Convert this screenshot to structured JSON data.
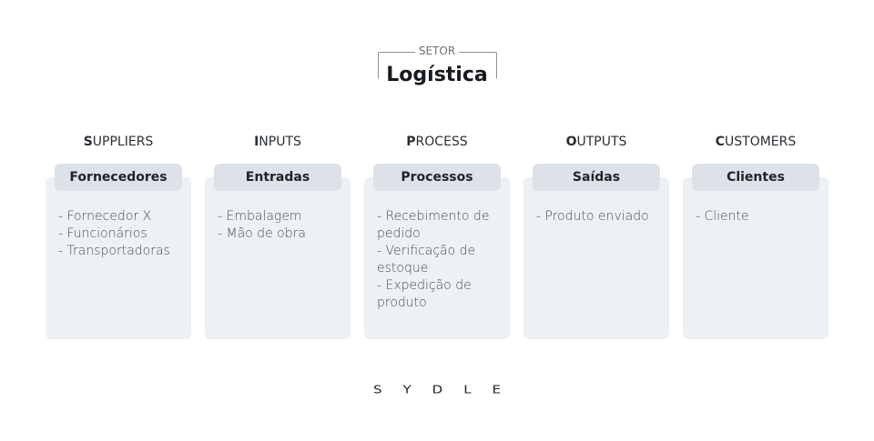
{
  "sector": {
    "label": "SETOR",
    "title": "Logística"
  },
  "columns": [
    {
      "initial": "S",
      "rest": "UPPLIERS",
      "label": "Fornecedores",
      "items": [
        "- Fornecedor X",
        "- Funcionários",
        "- Transportadoras"
      ]
    },
    {
      "initial": "I",
      "rest": "NPUTS",
      "label": "Entradas",
      "items": [
        "- Embalagem",
        "- Mão de obra"
      ]
    },
    {
      "initial": "P",
      "rest": "ROCESS",
      "label": "Processos",
      "items": [
        "- Recebimento de pedido",
        "- Verificação de estoque",
        "- Expedição de produto"
      ]
    },
    {
      "initial": "O",
      "rest": "UTPUTS",
      "label": "Saídas",
      "items": [
        "- Produto enviado"
      ]
    },
    {
      "initial": "C",
      "rest": "USTOMERS",
      "label": "Clientes",
      "items": [
        "- Cliente"
      ]
    }
  ],
  "logo": "SYDLE"
}
